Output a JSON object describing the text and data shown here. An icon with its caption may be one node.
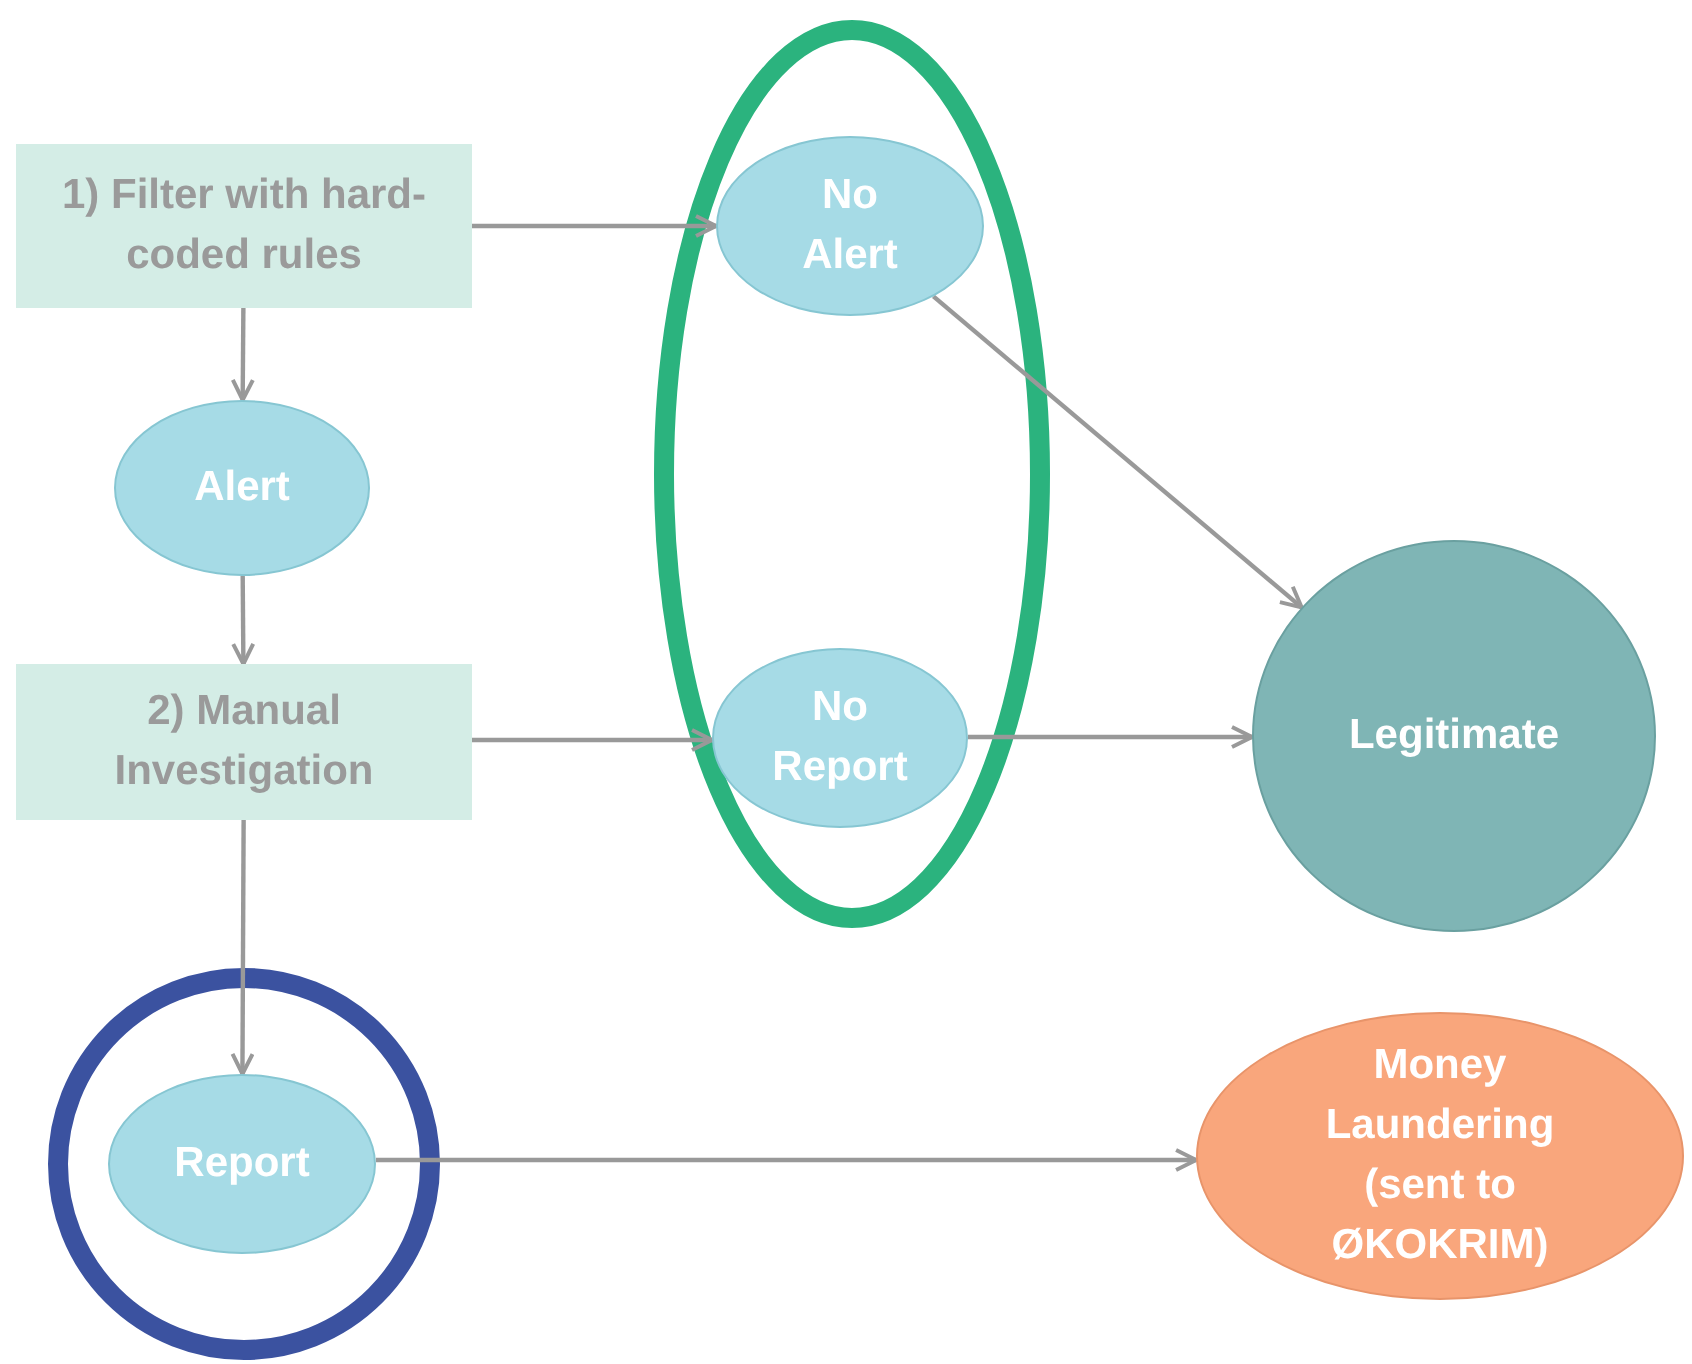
{
  "diagram": {
    "nodes": [
      {
        "text": [
          "1) Filter with hard-coded rules"
        ]
      },
      {
        "text": [
          "No Alert"
        ]
      },
      {
        "text": [
          "Alert"
        ]
      },
      {
        "text": [
          "2) Manual Investigation"
        ]
      },
      {
        "text": [
          "No Report"
        ]
      },
      {
        "text": [
          "Legitimate"
        ]
      },
      {
        "text": [
          "Report"
        ]
      },
      {
        "text": [
          "Money Laundering (sent to ØKOKRIM)"
        ]
      }
    ],
    "edges": [
      {
        "from": 0,
        "to": 1,
        "arrow": "to"
      },
      {
        "from": 0,
        "to": 2,
        "arrow": "to"
      },
      {
        "from": 2,
        "to": 3,
        "arrow": "to"
      },
      {
        "from": 3,
        "to": 4,
        "arrow": "to"
      },
      {
        "from": 3,
        "to": 6,
        "arrow": "to"
      },
      {
        "from": 1,
        "to": 5,
        "arrow": "to"
      },
      {
        "from": 4,
        "to": 5,
        "arrow": "to"
      },
      {
        "from": 6,
        "to": 7,
        "arrow": "to"
      }
    ]
  }
}
